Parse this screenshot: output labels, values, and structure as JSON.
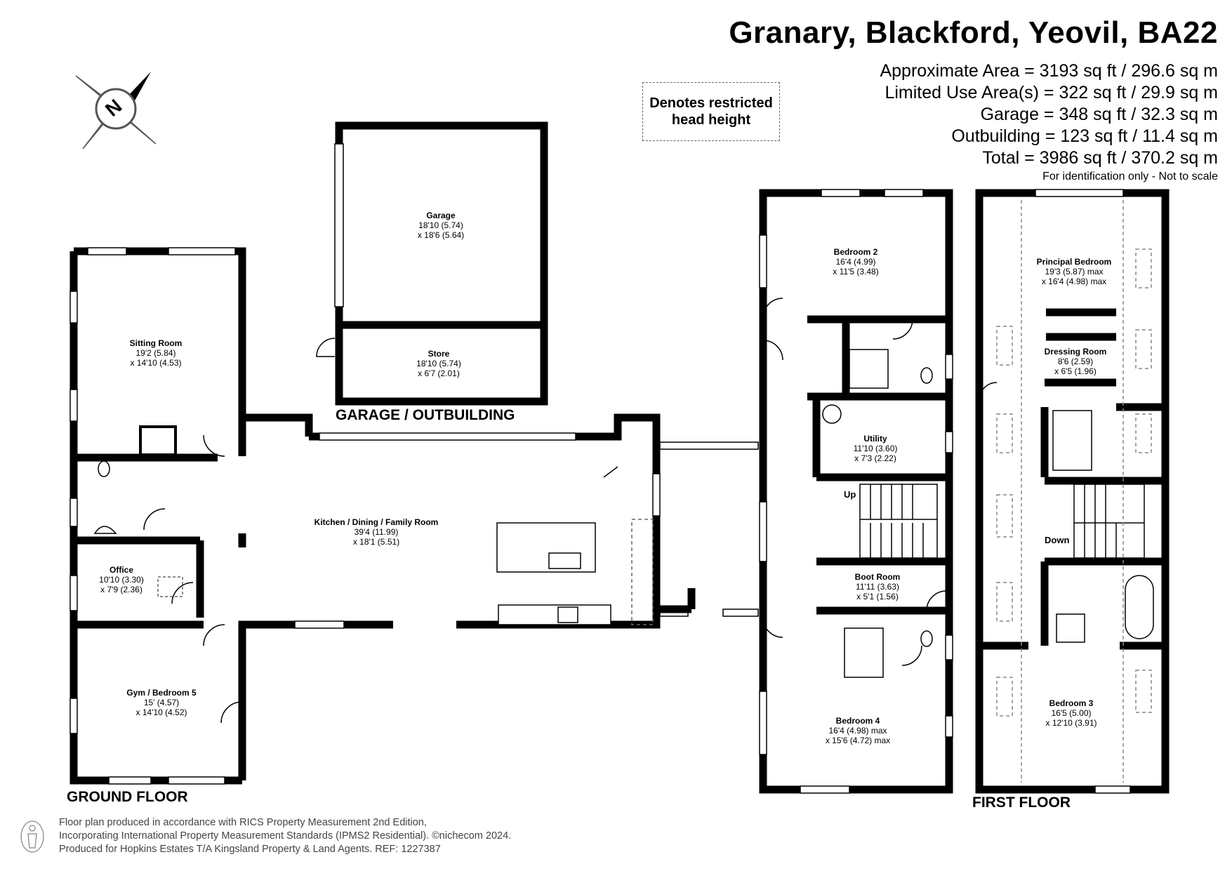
{
  "header": {
    "title": "Granary, Blackford, Yeovil, BA22",
    "areas": [
      "Approximate Area = 3193 sq ft / 296.6 sq m",
      "Limited Use Area(s) = 322 sq ft / 29.9 sq m",
      "Garage = 348 sq ft / 32.3 sq m",
      "Outbuilding = 123 sq ft / 11.4 sq m",
      "Total = 3986 sq ft / 370.2 sq m"
    ],
    "identification": "For identification only - Not to scale"
  },
  "legend": {
    "line1": "Denotes restricted",
    "line2": "head height"
  },
  "compass": {
    "letter": "N"
  },
  "floors": {
    "ground": "GROUND FLOOR",
    "garage": "GARAGE / OUTBUILDING",
    "first": "FIRST FLOOR"
  },
  "rooms": {
    "garage": {
      "name": "Garage",
      "d1": "18'10 (5.74)",
      "d2": "x 18'6 (5.64)"
    },
    "store": {
      "name": "Store",
      "d1": "18'10 (5.74)",
      "d2": "x 6'7 (2.01)"
    },
    "sitting": {
      "name": "Sitting Room",
      "d1": "19'2 (5.84)",
      "d2": "x 14'10 (4.53)"
    },
    "kitchen": {
      "name": "Kitchen / Dining / Family Room",
      "d1": "39'4 (11.99)",
      "d2": "x 18'1 (5.51)"
    },
    "office": {
      "name": "Office",
      "d1": "10'10 (3.30)",
      "d2": "x 7'9 (2.36)"
    },
    "gym": {
      "name": "Gym / Bedroom 5",
      "d1": "15' (4.57)",
      "d2": "x 14'10 (4.52)"
    },
    "bedroom2": {
      "name": "Bedroom 2",
      "d1": "16'4 (4.99)",
      "d2": "x 11'5 (3.48)"
    },
    "utility": {
      "name": "Utility",
      "d1": "11'10 (3.60)",
      "d2": "x 7'3 (2.22)"
    },
    "boot": {
      "name": "Boot Room",
      "d1": "11'11 (3.63)",
      "d2": "x 5'1 (1.56)"
    },
    "bedroom4": {
      "name": "Bedroom 4",
      "d1": "16'4 (4.98) max",
      "d2": "x 15'6 (4.72) max"
    },
    "principal": {
      "name": "Principal Bedroom",
      "d1": "19'3 (5.87) max",
      "d2": "x 16'4 (4.98) max"
    },
    "dressing": {
      "name": "Dressing Room",
      "d1": "8'6 (2.59)",
      "d2": "x 6'5 (1.96)"
    },
    "bedroom3": {
      "name": "Bedroom 3",
      "d1": "16'5 (5.00)",
      "d2": "x 12'10 (3.91)"
    }
  },
  "stairs": {
    "up": "Up",
    "down": "Down"
  },
  "footer": [
    "Floor plan produced in accordance with RICS Property Measurement 2nd Edition,",
    "Incorporating International Property Measurement Standards (IPMS2 Residential).   ©nichecom 2024.",
    "Produced for Hopkins Estates T/A Kingsland Property & Land Agents.   REF:  1227387"
  ]
}
